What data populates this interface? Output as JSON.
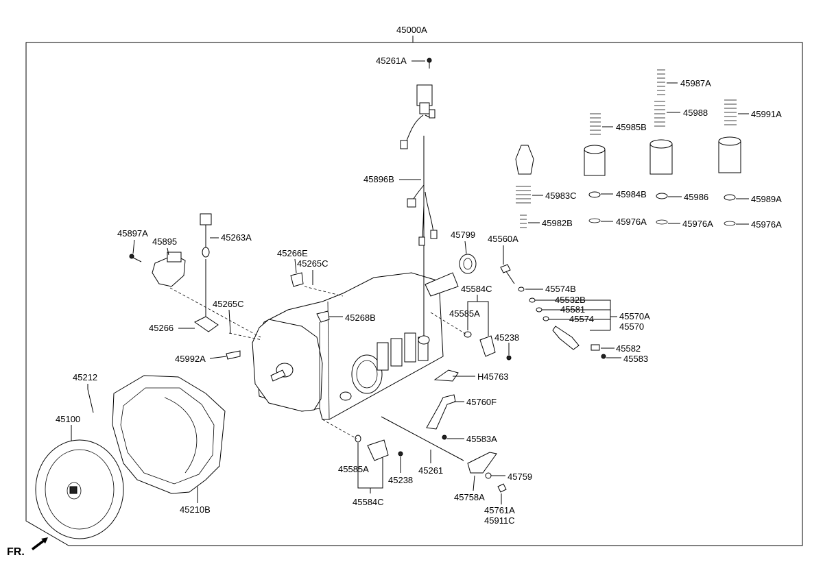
{
  "diagram": {
    "assembly_label": "45000A",
    "front_marker": "FR.",
    "parts": {
      "p45261A": "45261A",
      "p45896B": "45896B",
      "p45799": "45799",
      "p45560A": "45560A",
      "p45574B": "45574B",
      "p45532B": "45532B",
      "p45581": "45581",
      "p45574": "45574",
      "p45570A": "45570A",
      "p45570": "45570",
      "p45582": "45582",
      "p45583": "45583",
      "p45584C_top": "45584C",
      "p45585A_top": "45585A",
      "p45238_top": "45238",
      "pH45763": "H45763",
      "p45760F": "45760F",
      "p45583A": "45583A",
      "p45261": "45261",
      "p45758A": "45758A",
      "p45759": "45759",
      "p45761A": "45761A",
      "p45911C": "45911C",
      "p45585A_bot": "45585A",
      "p45238_bot": "45238",
      "p45584C_bot": "45584C",
      "p45266E": "45266E",
      "p45265C_top": "45265C",
      "p45268B": "45268B",
      "p45897A": "45897A",
      "p45895": "45895",
      "p45263A": "45263A",
      "p45265C_mid": "45265C",
      "p45266": "45266",
      "p45992A": "45992A",
      "p45212": "45212",
      "p45100": "45100",
      "p45210B": "45210B",
      "p45987A": "45987A",
      "p45988": "45988",
      "p45985B": "45985B",
      "p45991A": "45991A",
      "p45983C": "45983C",
      "p45984B": "45984B",
      "p45986": "45986",
      "p45989A": "45989A",
      "p45982B": "45982B",
      "p45976A_1": "45976A",
      "p45976A_2": "45976A",
      "p45976A_3": "45976A"
    }
  }
}
